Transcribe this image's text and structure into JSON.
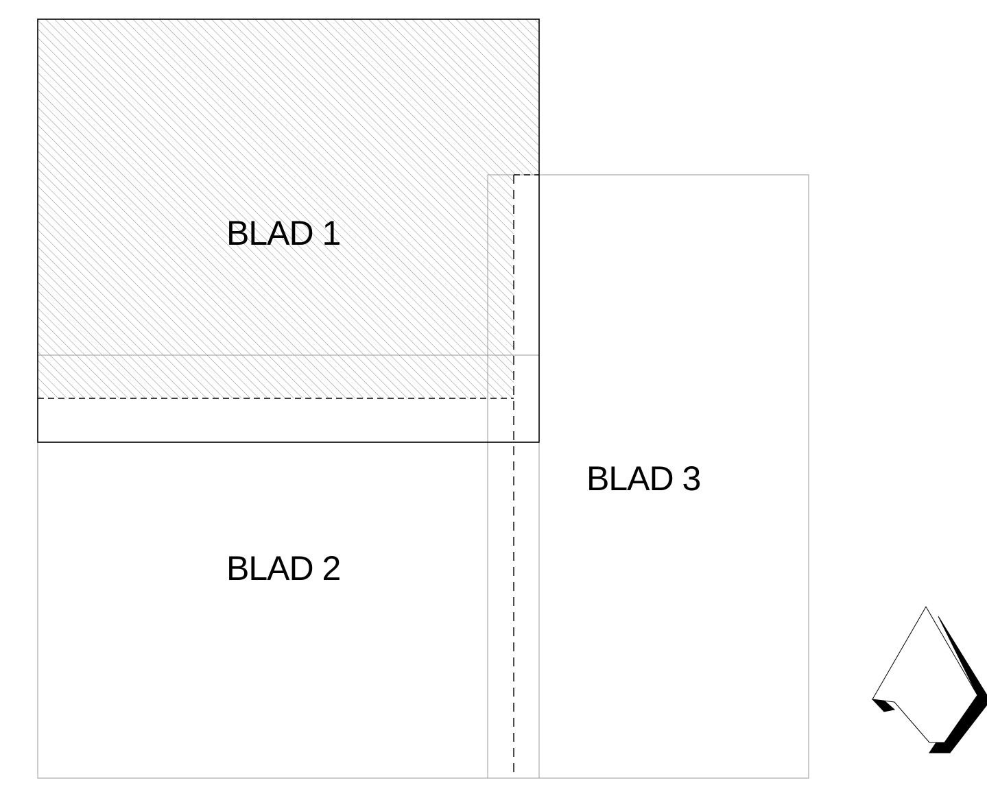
{
  "sheets": [
    {
      "id": "blad-1",
      "label": "BLAD 1",
      "hatched": true
    },
    {
      "id": "blad-2",
      "label": "BLAD 2",
      "hatched": false
    },
    {
      "id": "blad-3",
      "label": "BLAD 3",
      "hatched": false
    }
  ],
  "colors": {
    "background": "#ffffff",
    "outline": "#000000",
    "thin_outline": "#9a9a9a",
    "hatch": "#8c8c8c"
  },
  "north_arrow": {
    "icon": "north-arrow-icon"
  }
}
